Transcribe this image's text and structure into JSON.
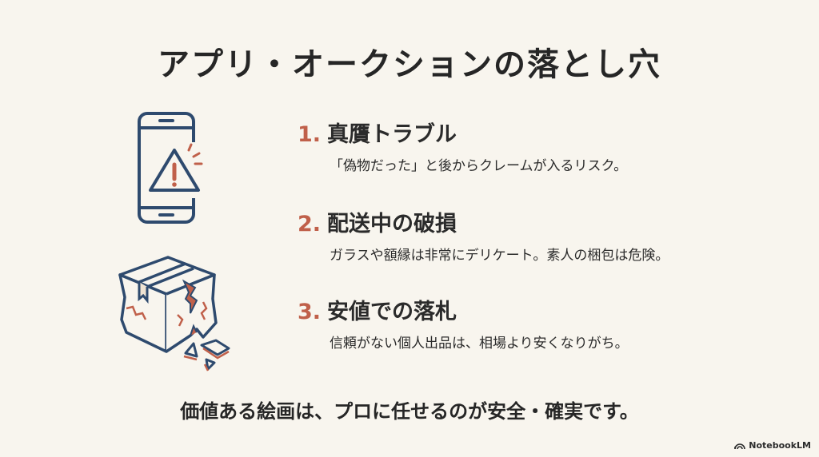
{
  "title": "アプリ・オークションの落とし穴",
  "colors": {
    "background": "#f8f5ee",
    "navy": "#2e4a6e",
    "accent": "#c0604a",
    "text": "#2b2b2b"
  },
  "icons": {
    "top": "smartphone-warning-icon",
    "bottom": "damaged-box-icon"
  },
  "items": [
    {
      "number": "1.",
      "heading": "真贋トラブル",
      "description": "「偽物だった」と後からクレームが入るリスク。"
    },
    {
      "number": "2.",
      "heading": "配送中の破損",
      "description": "ガラスや額縁は非常にデリケート。素人の梱包は危険。"
    },
    {
      "number": "3.",
      "heading": "安値での落札",
      "description": "信頼がない個人出品は、相場より安くなりがち。"
    }
  ],
  "footer": "価値ある絵画は、プロに任せるのが安全・確実です。",
  "brand": {
    "label": "NotebookLM",
    "icon": "notebooklm-logo-icon"
  }
}
